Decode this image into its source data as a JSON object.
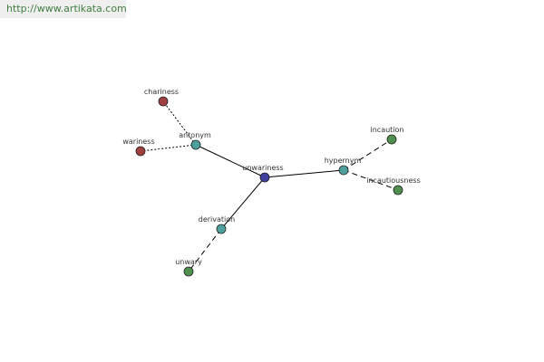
{
  "source": {
    "text": "http://www.artikata.com"
  },
  "graph": {
    "colors": {
      "center": "#3f3f9f",
      "relation": "#4f9f9f",
      "leaf_green": "#4f8f4f",
      "leaf_red": "#9f3f3f",
      "edge": "#000000"
    },
    "nodes": [
      {
        "id": "unwariness",
        "label": "unwariness",
        "kind": "center"
      },
      {
        "id": "antonym",
        "label": "antonym",
        "kind": "relation"
      },
      {
        "id": "hypernym",
        "label": "hypernym",
        "kind": "relation"
      },
      {
        "id": "derivation",
        "label": "derivation",
        "kind": "relation"
      },
      {
        "id": "chariness",
        "label": "chariness",
        "kind": "leaf_red"
      },
      {
        "id": "wariness",
        "label": "wariness",
        "kind": "leaf_red"
      },
      {
        "id": "incaution",
        "label": "incaution",
        "kind": "leaf_green"
      },
      {
        "id": "incautiousness",
        "label": "incautiousness",
        "kind": "leaf_green"
      },
      {
        "id": "unwary",
        "label": "unwary",
        "kind": "leaf_green"
      }
    ],
    "edges": [
      {
        "from": "unwariness",
        "to": "antonym",
        "style": "solid"
      },
      {
        "from": "unwariness",
        "to": "hypernym",
        "style": "solid"
      },
      {
        "from": "unwariness",
        "to": "derivation",
        "style": "solid"
      },
      {
        "from": "antonym",
        "to": "chariness",
        "style": "dotted"
      },
      {
        "from": "antonym",
        "to": "wariness",
        "style": "dotted"
      },
      {
        "from": "hypernym",
        "to": "incaution",
        "style": "dashed"
      },
      {
        "from": "hypernym",
        "to": "incautiousness",
        "style": "dashed"
      },
      {
        "from": "derivation",
        "to": "unwary",
        "style": "dashed"
      }
    ]
  }
}
